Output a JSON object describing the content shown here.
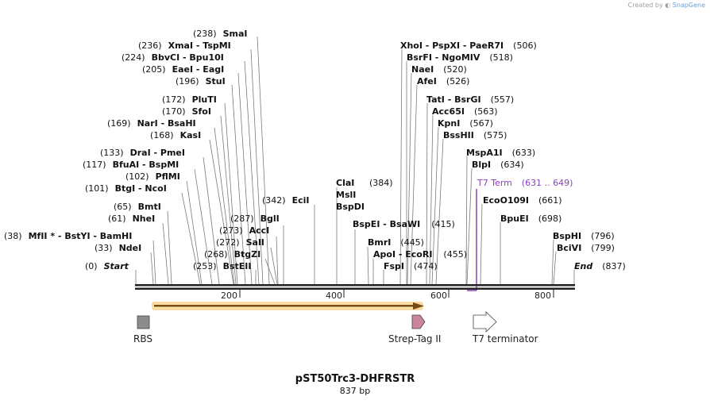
{
  "credit": {
    "text": "Created by",
    "brand": "SnapGene",
    "logo_icon": "snapgene-logo-icon"
  },
  "plasmid": {
    "name": "pST50Trc3-DHFRSTR",
    "length_label": "837 bp"
  },
  "axis": {
    "ticks": [
      "200",
      "400",
      "600",
      "800"
    ]
  },
  "sites": [
    {
      "name": "SmaI",
      "pos": "(238)"
    },
    {
      "name": "XmaI - TspMI",
      "pos": "(236)"
    },
    {
      "name": "BbvCI - Bpu10I",
      "pos": "(224)"
    },
    {
      "name": "EaeI - EagI",
      "pos": "(205)"
    },
    {
      "name": "StuI",
      "pos": "(196)"
    },
    {
      "name": "PluTI",
      "pos": "(172)"
    },
    {
      "name": "SfoI",
      "pos": "(170)"
    },
    {
      "name": "NarI - BsaHI",
      "pos": "(169)"
    },
    {
      "name": "KasI",
      "pos": "(168)"
    },
    {
      "name": "DraI - PmeI",
      "pos": "(133)"
    },
    {
      "name": "BfuAI - BspMI",
      "pos": "(117)"
    },
    {
      "name": "PflMI",
      "pos": "(102)"
    },
    {
      "name": "BtgI - NcoI",
      "pos": "(101)"
    },
    {
      "name": "BmtI",
      "pos": "(65)"
    },
    {
      "name": "NheI",
      "pos": "(61)"
    },
    {
      "name": "MfII * - BstYI - BamHI",
      "pos": "(38)"
    },
    {
      "name": "NdeI",
      "pos": "(33)"
    },
    {
      "name": "Start",
      "pos": "(0)"
    },
    {
      "name": "EciI",
      "pos": "(342)"
    },
    {
      "name": "BglI",
      "pos": "(287)"
    },
    {
      "name": "AccI",
      "pos": "(273)"
    },
    {
      "name": "SalI",
      "pos": "(272)"
    },
    {
      "name": "BtgZI",
      "pos": "(268)"
    },
    {
      "name": "BstEII",
      "pos": "(253)"
    },
    {
      "name": "ClaI",
      "pos": "(384)"
    },
    {
      "name": "MslI",
      "pos": ""
    },
    {
      "name": "BspDI",
      "pos": ""
    },
    {
      "name": "BspEI - BsaWI",
      "pos": "(415)"
    },
    {
      "name": "BmrI",
      "pos": "(445)"
    },
    {
      "name": "ApoI - EcoRI",
      "pos": "(455)"
    },
    {
      "name": "FspI",
      "pos": "(474)"
    },
    {
      "name": "XhoI - PspXI - PaeR7I",
      "pos": "(506)"
    },
    {
      "name": "BsrFI - NgoMIV",
      "pos": "(518)"
    },
    {
      "name": "NaeI",
      "pos": "(520)"
    },
    {
      "name": "AfeI",
      "pos": "(526)"
    },
    {
      "name": "TatI - BsrGI",
      "pos": "(557)"
    },
    {
      "name": "Acc65I",
      "pos": "(563)"
    },
    {
      "name": "KpnI",
      "pos": "(567)"
    },
    {
      "name": "BssHII",
      "pos": "(575)"
    },
    {
      "name": "MspA1I",
      "pos": "(633)"
    },
    {
      "name": "BlpI",
      "pos": "(634)"
    },
    {
      "name": "T7 Term",
      "pos": "(631 .. 649)"
    },
    {
      "name": "EcoO109I",
      "pos": "(661)"
    },
    {
      "name": "BpuEI",
      "pos": "(698)"
    },
    {
      "name": "BspHI",
      "pos": "(796)"
    },
    {
      "name": "BciVI",
      "pos": "(799)"
    },
    {
      "name": "End",
      "pos": "(837)"
    }
  ],
  "features": [
    {
      "name": "RBS",
      "color": "#8c8c8c"
    },
    {
      "name": "Strep-Tag II",
      "color": "#c9869a"
    },
    {
      "name": "T7 terminator",
      "color": "#ffffff"
    }
  ],
  "colors": {
    "orf": "#f4c465",
    "t7term": "#8c3fbf",
    "backbone": "#222222"
  }
}
